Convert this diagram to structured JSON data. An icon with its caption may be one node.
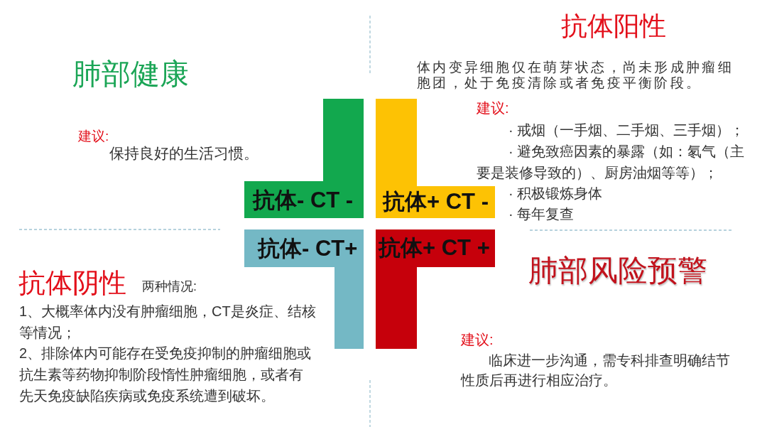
{
  "diagram": {
    "nodes": [
      {
        "text": [
          "抗体- CT -"
        ]
      },
      {
        "text": [
          "抗体+ CT -"
        ]
      },
      {
        "text": [
          "抗体- CT+"
        ]
      },
      {
        "text": [
          "抗体+ CT +"
        ]
      }
    ],
    "labels": [
      "肺部健康",
      "建议:",
      "保持良好的生活习惯。",
      "抗体阳性",
      "体内变异细胞仅在萌芽状态，尚未形成肿瘤细胞团，处于免疫清除或者免疫平衡阶段。",
      "建议:",
      "· 戒烟（一手烟、二手烟、三手烟）；",
      "· 避免致癌因素的暴露（如：氡气（主要是装修导致的）、厨房油烟等等）；",
      "· 积极锻炼身体",
      "· 每年复查",
      "抗体阴性",
      "两种情况:",
      "1、大概率体内没有肿瘤细胞，CT是炎症、结核等情况；",
      "2、排除体内可能存在受免疫抑制的肿瘤细胞或抗生素等药物抑制阶段惰性肿瘤细胞，或者有先天免疫缺陷疾病或免疫系统遭到破坏。",
      "肺部风险预警",
      "建议:",
      "临床进一步沟通，需专科排查明确结节性质后再进行相应治疗。"
    ]
  }
}
